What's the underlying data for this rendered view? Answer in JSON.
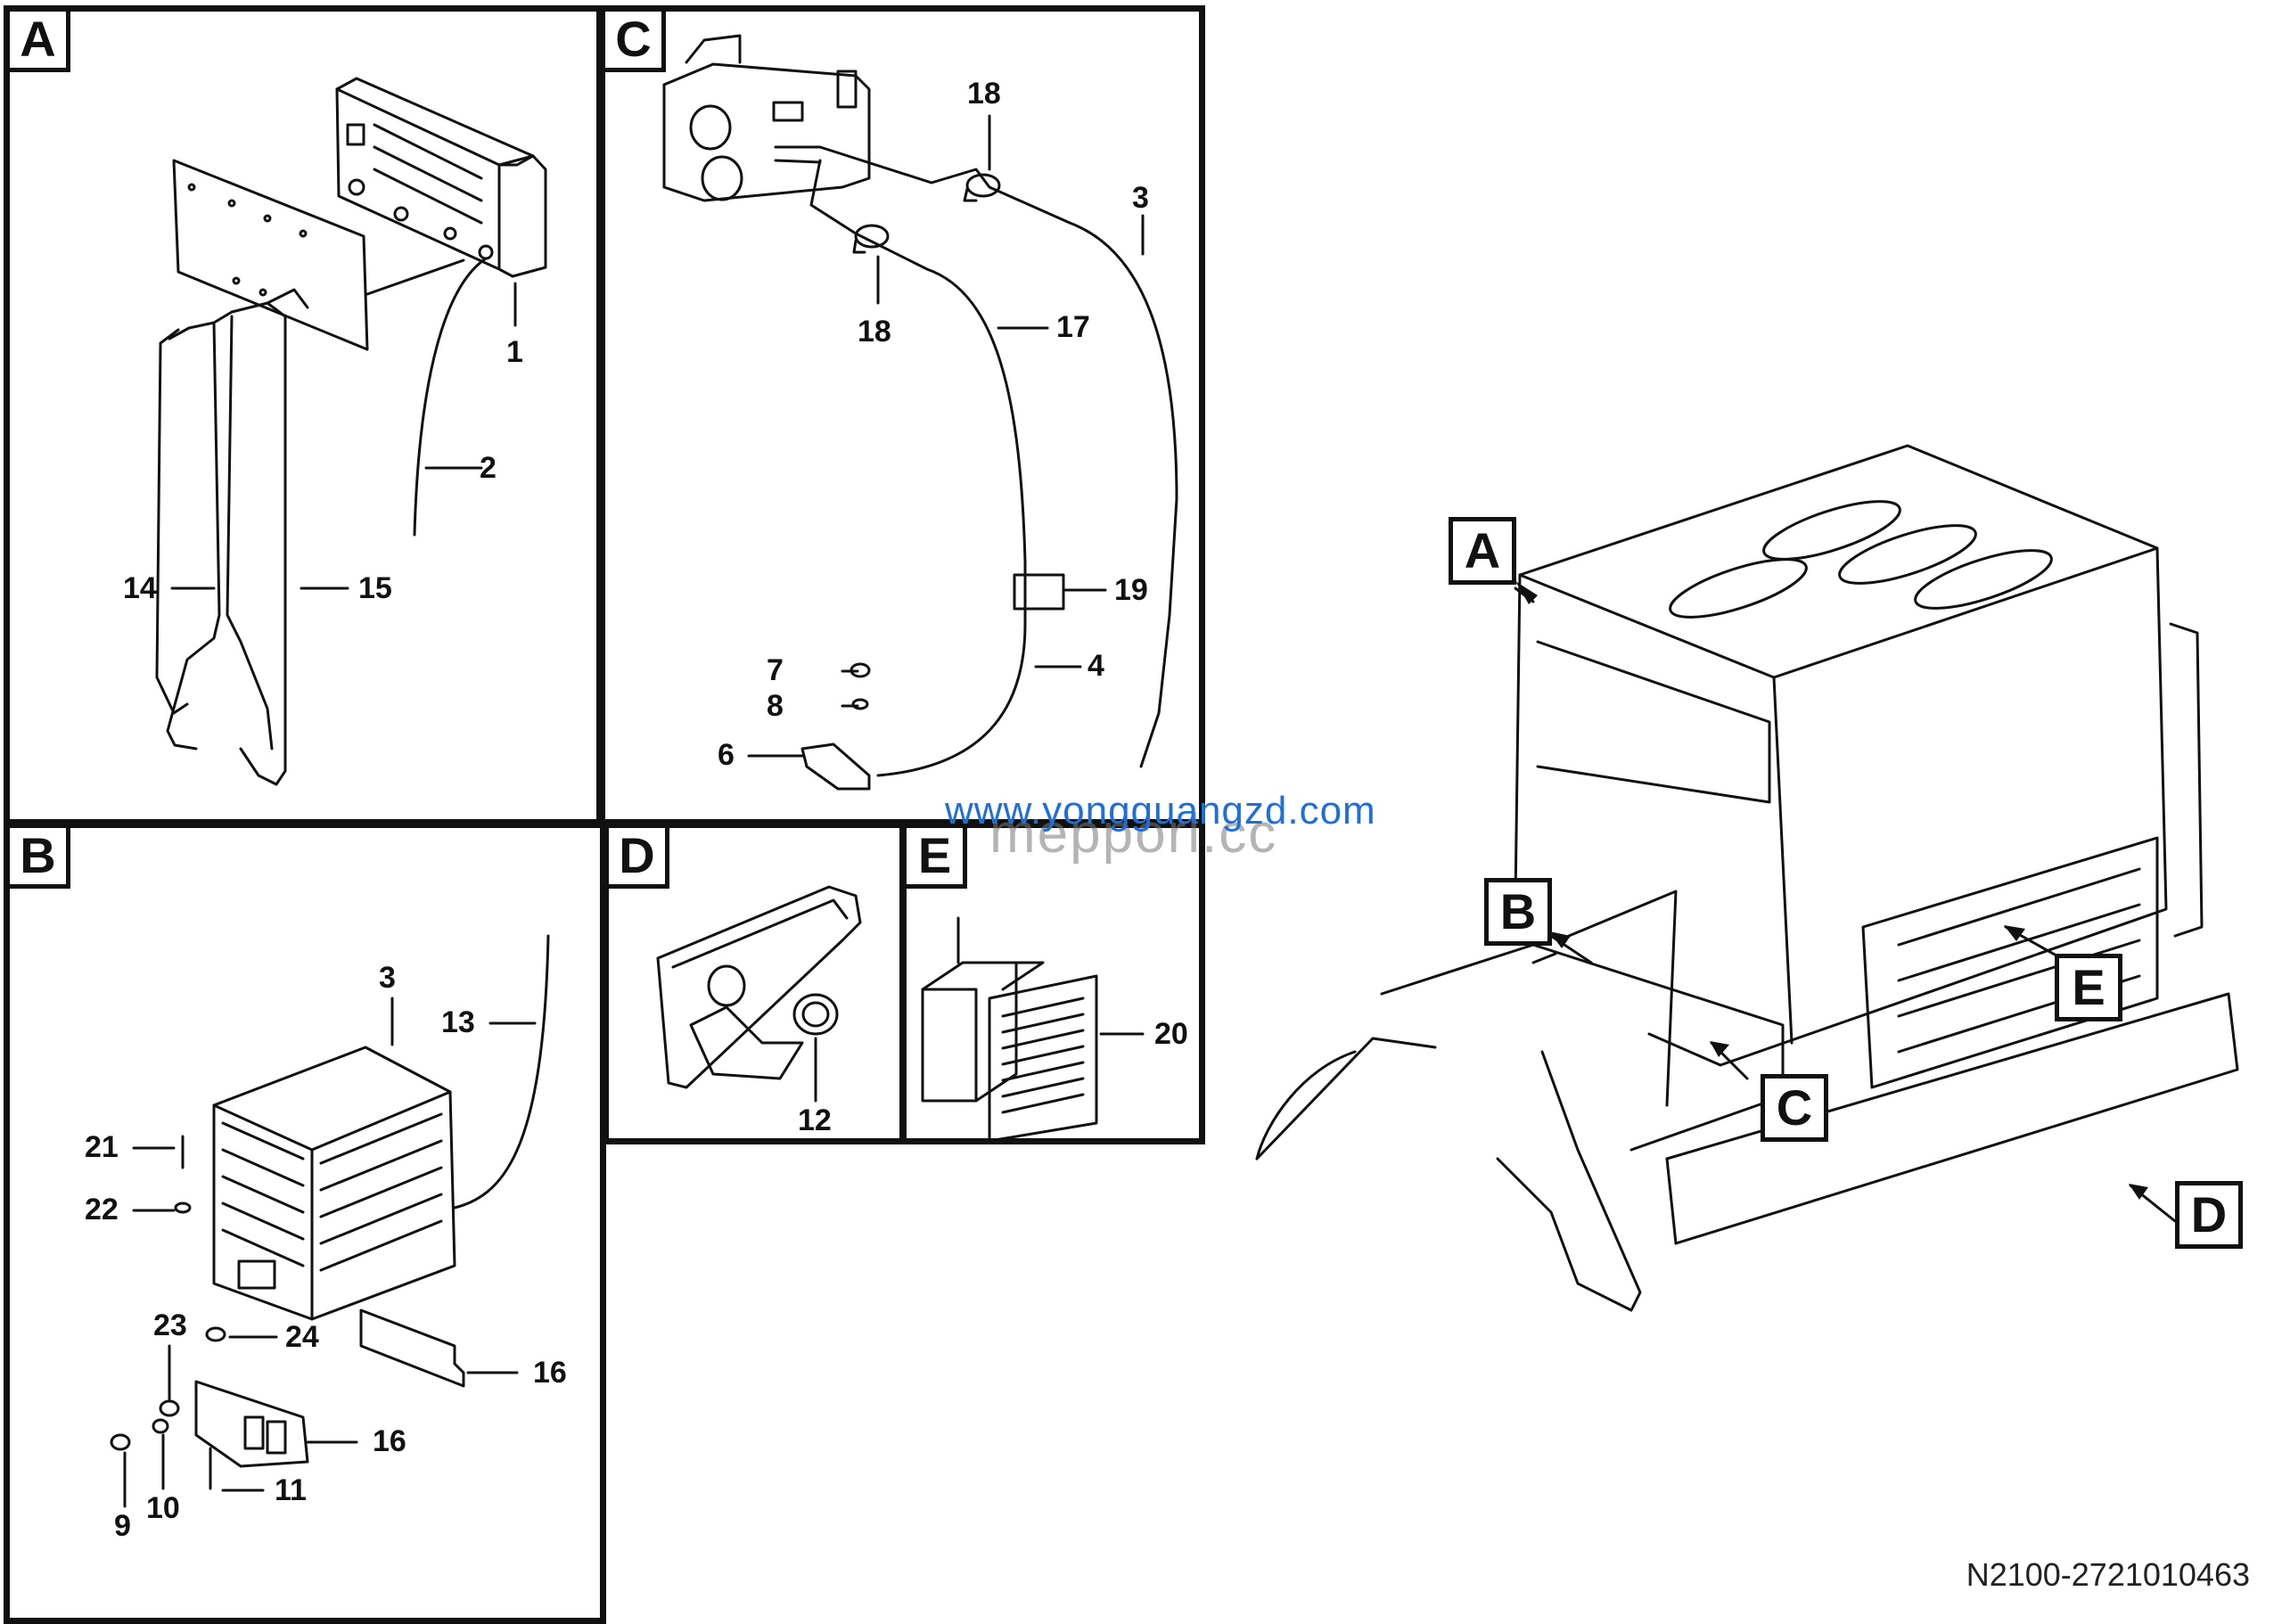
{
  "panels": [
    {
      "id": "A",
      "label": "A"
    },
    {
      "id": "B",
      "label": "B"
    },
    {
      "id": "C",
      "label": "C"
    },
    {
      "id": "D",
      "label": "D"
    },
    {
      "id": "E",
      "label": "E"
    }
  ],
  "callouts": {
    "A": "A",
    "B": "B",
    "C": "C",
    "D": "D",
    "E": "E"
  },
  "part_numbers": {
    "a1": "1",
    "a2": "2",
    "a14": "14",
    "a15": "15",
    "b3": "3",
    "b13": "13",
    "b21": "21",
    "b22": "22",
    "b23": "23",
    "b24": "24",
    "b16a": "16",
    "b16b": "16",
    "b9": "9",
    "b10": "10",
    "b11": "11",
    "c18a": "18",
    "c18b": "18",
    "c3": "3",
    "c17": "17",
    "c19": "19",
    "c4": "4",
    "c7": "7",
    "c8": "8",
    "c6": "6",
    "d12": "12",
    "e20": "20"
  },
  "watermark": {
    "line1": "www.yongguangzd.com",
    "line2": "mepporl.cc"
  },
  "diagram_code": "N2100-2721010463",
  "colors": {
    "ink": "#111111",
    "watermark_blue": "#1e6fd9"
  }
}
